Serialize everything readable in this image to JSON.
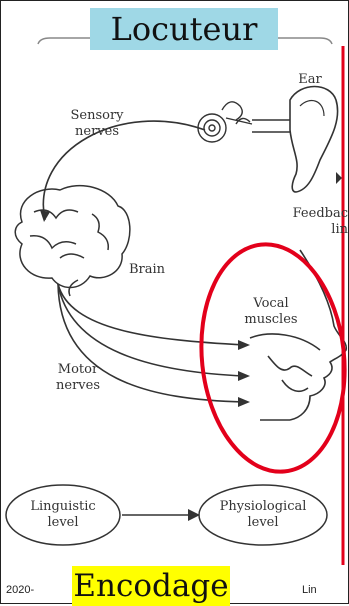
{
  "title": "Locuteur",
  "bottom_title": "Encodage",
  "labels": {
    "ear": "Ear",
    "sensory": "Sensory\nnerves",
    "feedback": "Feedbac\nlin",
    "brain": "Brain",
    "vocal": "Vocal\nmuscles",
    "motor": "Motor\nnerves",
    "linguistic": "Linguistic\nlevel",
    "physiological": "Physiological\nlevel"
  },
  "footer": {
    "left": "2020-",
    "right": "Lin"
  },
  "colors": {
    "highlight_red": "#e3001b",
    "title_bg": "#9fd8e6",
    "bottom_bg": "#ffff00"
  }
}
